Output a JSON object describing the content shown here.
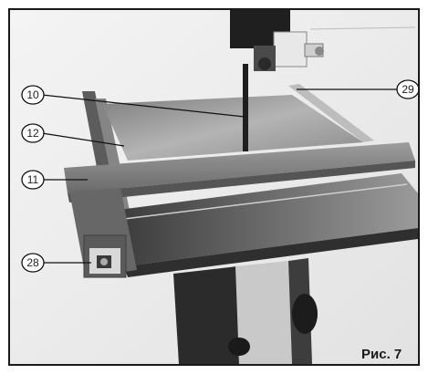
{
  "figure": {
    "caption": "Рис. 7",
    "callouts": [
      {
        "number": "10"
      },
      {
        "number": "12"
      },
      {
        "number": "11"
      },
      {
        "number": "28"
      },
      {
        "number": "29"
      }
    ]
  },
  "colors": {
    "frame": "#1a1a1a",
    "background": "#ffffff",
    "table_top": "#9a9a9a",
    "fence": "#8c8c8c",
    "base": "#3a3a3a",
    "blade": "#1e1e1e"
  }
}
